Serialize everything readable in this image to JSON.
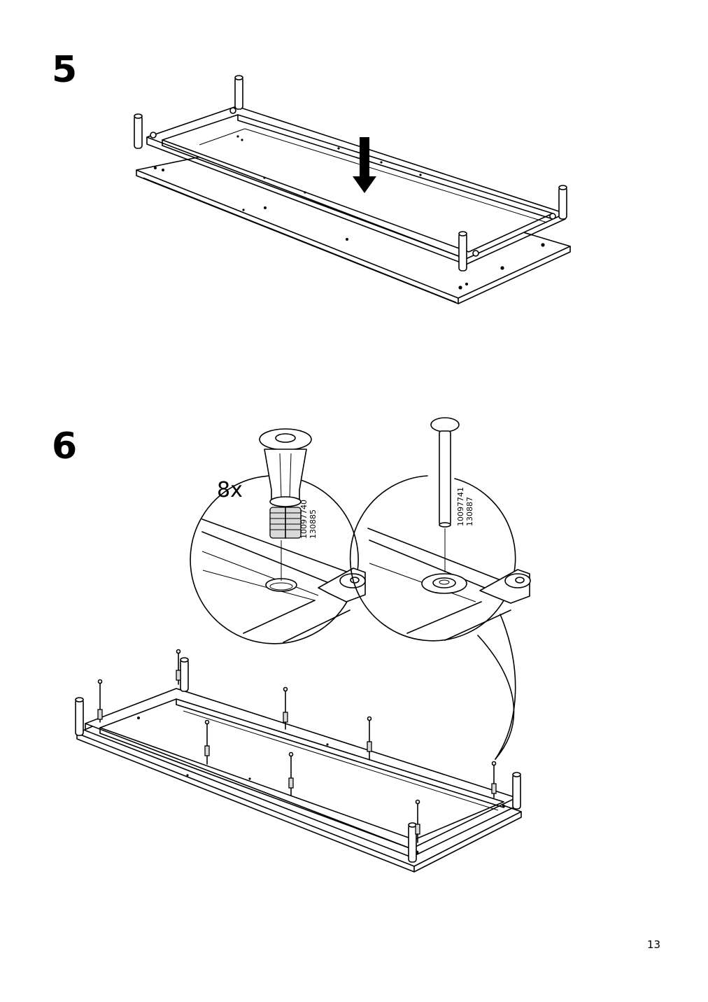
{
  "page": {
    "page_number": "13"
  },
  "steps": [
    {
      "number": "5"
    },
    {
      "number": "6",
      "quantity": "8x",
      "parts": [
        {
          "codes": [
            "10097740",
            "130885"
          ]
        },
        {
          "codes": [
            "10097741",
            "130887"
          ]
        }
      ]
    }
  ]
}
